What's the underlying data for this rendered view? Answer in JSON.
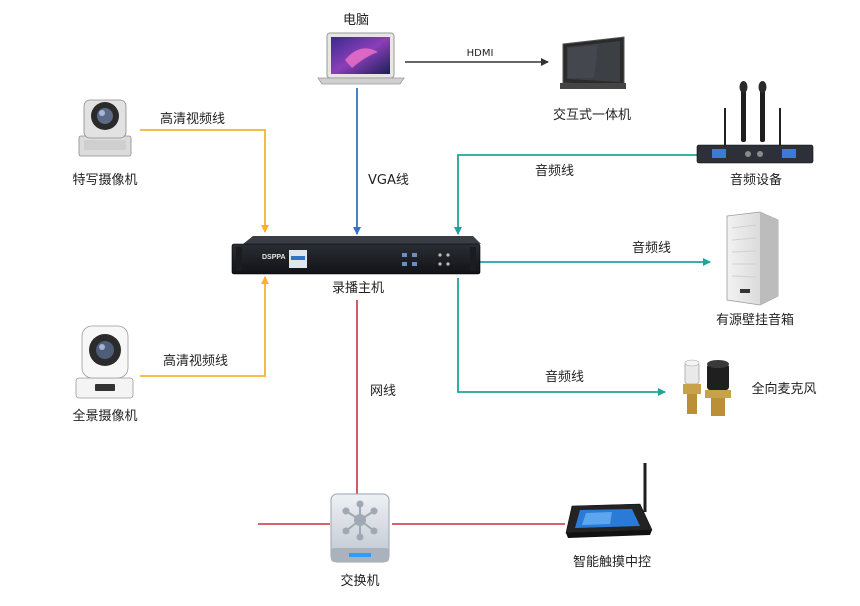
{
  "colors": {
    "orange": "#f7b233",
    "blue": "#2f75c6",
    "teal": "#1ea59a",
    "red": "#c8313a",
    "dark": "#333333"
  },
  "nodes": {
    "computer": "电脑",
    "interactive_display": "交互式一体机",
    "closeup_camera": "特写摄像机",
    "panorama_camera": "全景摄像机",
    "recording_host": "录播主机",
    "audio_device": "音频设备",
    "active_speaker": "有源壁挂音箱",
    "omni_microphone": "全向麦克风",
    "switch": "交换机",
    "touch_controller": "智能触摸中控",
    "host_brand": "DSPPA"
  },
  "links": {
    "hdmi": "HDMI",
    "vga": "VGA线",
    "hd_video_top": "高清视频线",
    "hd_video_bottom": "高清视频线",
    "audio_in": "音频线",
    "audio_speaker": "音频线",
    "audio_mic": "音频线",
    "network": "网线"
  }
}
